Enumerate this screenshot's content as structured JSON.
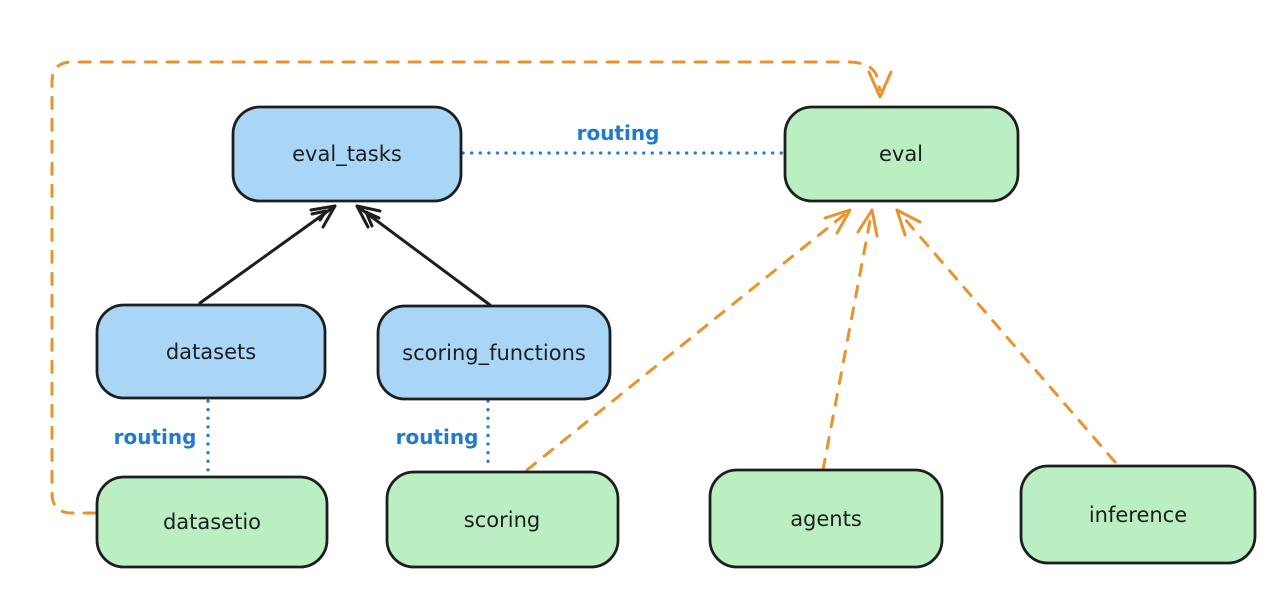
{
  "diagram": {
    "colors": {
      "background": "#ffffff",
      "blue_fill": "#a9d5f6",
      "green_fill": "#baefc2",
      "node_border": "#1e1e1e",
      "black_arrow": "#1e1e1e",
      "orange_arrow": "#e8942e",
      "routing_blue": "#1f7ad0"
    },
    "nodes": [
      {
        "id": "eval_tasks",
        "label": "eval_tasks",
        "fill": "blue"
      },
      {
        "id": "eval",
        "label": "eval",
        "fill": "green"
      },
      {
        "id": "datasets",
        "label": "datasets",
        "fill": "blue"
      },
      {
        "id": "scoring_functions",
        "label": "scoring_functions",
        "fill": "blue"
      },
      {
        "id": "datasetio",
        "label": "datasetio",
        "fill": "green"
      },
      {
        "id": "scoring",
        "label": "scoring",
        "fill": "green"
      },
      {
        "id": "agents",
        "label": "agents",
        "fill": "green"
      },
      {
        "id": "inference",
        "label": "inference",
        "fill": "green"
      }
    ],
    "edges": [
      {
        "from": "datasets",
        "to": "eval_tasks",
        "style": "solid-black-arrow",
        "label": ""
      },
      {
        "from": "scoring_functions",
        "to": "eval_tasks",
        "style": "solid-black-arrow",
        "label": ""
      },
      {
        "from": "eval_tasks",
        "to": "eval",
        "style": "dotted-blue",
        "label": "routing"
      },
      {
        "from": "datasets",
        "to": "datasetio",
        "style": "dotted-blue",
        "label": "routing"
      },
      {
        "from": "scoring_functions",
        "to": "scoring",
        "style": "dotted-blue",
        "label": "routing"
      },
      {
        "from": "datasetio",
        "to": "eval",
        "style": "dashed-orange-arrow",
        "label": ""
      },
      {
        "from": "scoring",
        "to": "eval",
        "style": "dashed-orange-arrow",
        "label": ""
      },
      {
        "from": "agents",
        "to": "eval",
        "style": "dashed-orange-arrow",
        "label": ""
      },
      {
        "from": "inference",
        "to": "eval",
        "style": "dashed-orange-arrow",
        "label": ""
      }
    ]
  }
}
